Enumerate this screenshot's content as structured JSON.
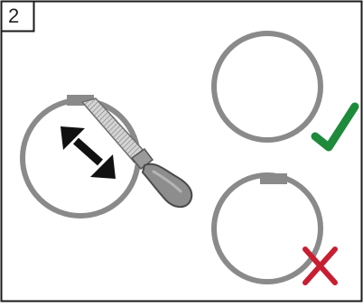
{
  "step": {
    "number": "2"
  },
  "figure": {
    "colors": {
      "frame": "#1a1a1a",
      "ring": "#8a8a8a",
      "tool_light": "#d2d2d2",
      "tool_dark": "#8d8d8d",
      "arrow": "#111111",
      "check": "#1e8a3c",
      "cross": "#c81e32"
    },
    "icons": {
      "correct": "check-icon",
      "incorrect": "cross-icon",
      "tool": "file-tool-icon",
      "direction": "double-arrow-icon"
    },
    "states": [
      {
        "part": "ring-smooth",
        "mark": "correct"
      },
      {
        "part": "ring-with-burr",
        "mark": "incorrect"
      }
    ]
  }
}
